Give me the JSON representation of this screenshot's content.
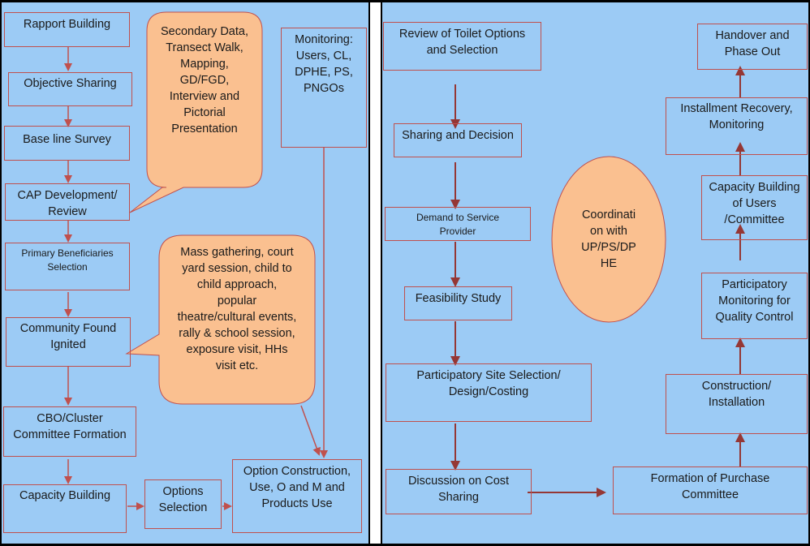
{
  "colors": {
    "panel": "#9ccbf5",
    "callout_fill": "#fac090",
    "box_border": "#c0504d",
    "left_arrow": "#c0504d",
    "right_arrow": "#953735"
  },
  "left_flow": {
    "rapport_building": "Rapport Building",
    "objective_sharing": "Objective Sharing",
    "baseline_survey": "Base line Survey",
    "cap_development": "CAP Development/\nReview",
    "primary_beneficiaries": "Primary Beneficiaries\nSelection",
    "community_found": "Community Found\nIgnited",
    "cbo_cluster": "CBO/Cluster\nCommittee Formation",
    "capacity_building": "Capacity Building",
    "options_selection": "Options\nSelection",
    "option_construction": "Option Construction,\nUse, O and M and\nProducts Use",
    "monitoring": "Monitoring:\nUsers, CL,\nDPHE, PS,\nPNGOs"
  },
  "callouts": {
    "secondary_data": "Secondary Data,\nTransect Walk,\nMapping,\nGD/FGD,\nInterview and\nPictorial\nPresentation",
    "mass_gathering": "Mass gathering, court\nyard session, child to\nchild approach,\npopular\ntheatre/cultural events,\nrally &  school session,\nexposure visit,  HHs\nvisit etc."
  },
  "right_flow": {
    "review_toilet": "Review of Toilet Options\nand Selection",
    "sharing_decision": "Sharing and Decision",
    "demand_service": "Demand to Service\nProvider",
    "feasibility": "Feasibility Study",
    "site_selection": "Participatory Site Selection/\nDesign/Costing",
    "cost_sharing": "Discussion on Cost\nSharing",
    "purchase_committee": "Formation of Purchase\nCommittee",
    "construction": "Construction/\nInstallation",
    "participatory_monitoring": "Participatory\nMonitoring for\nQuality Control",
    "capacity_users": "Capacity Building\nof Users\n/Committee",
    "installment": "Installment Recovery,\nMonitoring",
    "handover": "Handover and\nPhase Out",
    "coordination": "Coordinati\non with\nUP/PS/DP\nHE"
  }
}
